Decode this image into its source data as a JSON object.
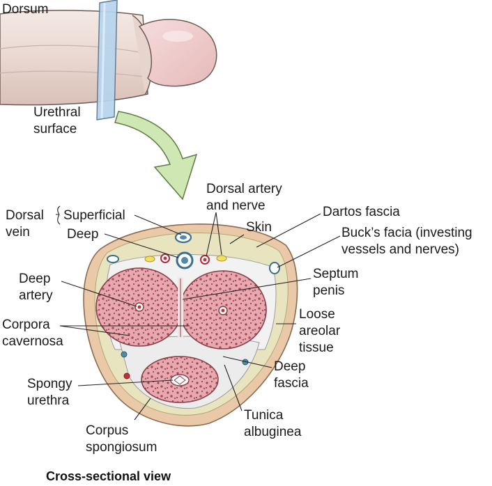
{
  "labels": {
    "dorsum": "Dorsum",
    "urethral_surface": [
      "Urethral",
      "surface"
    ],
    "dorsal_vein": [
      "Dorsal",
      "vein"
    ],
    "superficial": "Superficial",
    "deep": "Deep",
    "dorsal_artery_nerve": [
      "Dorsal artery",
      "and nerve"
    ],
    "dartos_fascia": "Dartos fascia",
    "skin": "Skin",
    "bucks_fascia": [
      "Buck’s facia (investing",
      "vessels and nerves)"
    ],
    "deep_artery": [
      "Deep",
      "artery"
    ],
    "septum_penis": [
      "Septum",
      "penis"
    ],
    "corpora_cavernosa": [
      "Corpora",
      "cavernosa"
    ],
    "loose_areolar_tissue": [
      "Loose",
      "areolar",
      "tissue"
    ],
    "deep_fascia": [
      "Deep",
      "fascia"
    ],
    "spongy_urethra": [
      "Spongy",
      "urethra"
    ],
    "tunica_albuginea": [
      "Tunica",
      "albuginea"
    ],
    "corpus_spongiosum": [
      "Corpus",
      "spongiosum"
    ]
  },
  "caption": "Cross-sectional view",
  "colors": {
    "skin": "#eac9a8",
    "areolar": "#e9e4c0",
    "erectile": "#e5a3aa",
    "erectile_dark": "#a9545e",
    "tunica": "#f2f2f2",
    "arrow": "#cfe7b2",
    "plane": "#b7d4ec"
  }
}
